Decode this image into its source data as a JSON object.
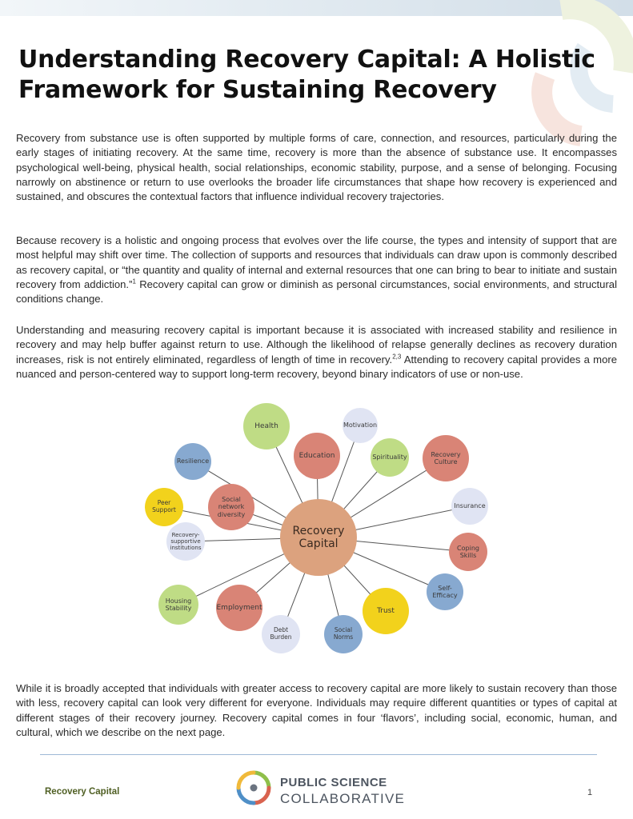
{
  "page": {
    "title": "Understanding Recovery Capital: A Holistic Framework for Sustaining Recovery",
    "paragraphs": {
      "p1": "Recovery from substance use is often supported by multiple forms of care, connection, and resources, particularly during the early stages of initiating recovery. At the same time, recovery is more than the absence of substance use. It encompasses psychological well-being, physical health, social relationships, economic stability, purpose, and a sense of belonging. Focusing narrowly on abstinence or return to use overlooks the broader life circumstances that shape how recovery is experienced and sustained, and obscures the contextual factors that influence individual recovery trajectories.",
      "p2a": "Because recovery is a holistic and ongoing process that evolves over the life course, the types and intensity of support that are most helpful may shift over time. The collection of supports and resources that individuals can draw upon is commonly described as recovery capital, or “the quantity and quality of internal and external resources that one can bring to bear to initiate and sustain recovery from addiction.”",
      "p2_ref": "1",
      "p2b": " Recovery capital can grow or diminish as personal circumstances, social environments, and structural conditions change.",
      "p3a": "Understanding and measuring recovery capital is important because it is associated with increased stability and resilience in recovery and may help buffer against return to use. Although the likelihood of relapse generally declines as recovery duration increases, risk is not entirely eliminated, regardless of length of time in recovery.",
      "p3_ref": "2,3",
      "p3b": " Attending to recovery capital provides a more nuanced and person-centered way to support long-term recovery, beyond binary indicators of use or non-use.",
      "p4": "While it is broadly accepted that individuals with greater access to recovery capital are more likely to sustain recovery than those with less, recovery capital can look very different for everyone. Individuals may require different quantities or types of capital at different stages of their recovery journey. Recovery capital comes in four ‘flavors’, including social, economic, human, and cultural, which we describe on the next page."
    }
  },
  "diagram": {
    "center": "Recovery Capital",
    "nodes": [
      {
        "id": "health",
        "label": "Health",
        "color": "#bfdc85"
      },
      {
        "id": "motivation",
        "label": "Motivation",
        "color": "#e0e4f3"
      },
      {
        "id": "education",
        "label": "Education",
        "color": "#d98476"
      },
      {
        "id": "spirituality",
        "label": "Spirituality",
        "color": "#bfdc85"
      },
      {
        "id": "recovery-culture",
        "label": "Recovery Culture",
        "color": "#d98476"
      },
      {
        "id": "resilience",
        "label": "Resilience",
        "color": "#87a9d0"
      },
      {
        "id": "social-network-diversity",
        "label": "Social network diversity",
        "color": "#d98476"
      },
      {
        "id": "peer-support",
        "label": "Peer Support",
        "color": "#f2d21c"
      },
      {
        "id": "insurance",
        "label": "Insurance",
        "color": "#e0e4f3"
      },
      {
        "id": "recovery-supportive-institutions",
        "label": "Recovery-supportive institutions",
        "color": "#e0e4f3"
      },
      {
        "id": "coping-skills",
        "label": "Coping Skills",
        "color": "#d98476"
      },
      {
        "id": "self-efficacy",
        "label": "Self-Efficacy",
        "color": "#87a9d0"
      },
      {
        "id": "housing-stability",
        "label": "Housing Stability",
        "color": "#bfdc85"
      },
      {
        "id": "employment",
        "label": "Employment",
        "color": "#d98476"
      },
      {
        "id": "trust",
        "label": "Trust",
        "color": "#f2d21c"
      },
      {
        "id": "debt-burden",
        "label": "Debt Burden",
        "color": "#e0e4f3"
      },
      {
        "id": "social-norms",
        "label": "Social Norms",
        "color": "#87a9d0"
      }
    ]
  },
  "footer": {
    "label": "Recovery Capital",
    "logo_line1": "PUBLIC SCIENCE",
    "logo_line2": "COLLABORATIVE",
    "page_number": "1"
  }
}
